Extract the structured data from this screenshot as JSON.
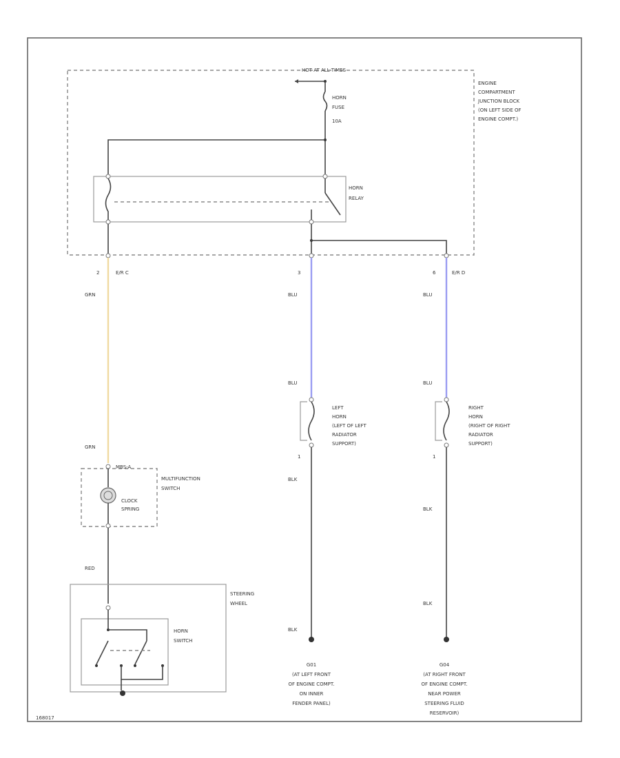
{
  "top_feed": "HOT AT ALL TIMES",
  "junction_block": [
    "ENGINE",
    "COMPARTMENT",
    "JUNCTION BLOCK",
    "(ON LEFT SIDE OF",
    "ENGINE COMPT.)"
  ],
  "horn_fuse": [
    "HORN",
    "FUSE",
    "10A"
  ],
  "horn_relay": [
    "HORN",
    "RELAY"
  ],
  "connectors": {
    "left": {
      "pin": "2",
      "id": "E/R C"
    },
    "mid": {
      "pin": "3",
      "id": ""
    },
    "right": {
      "pin": "6",
      "id": "E/R D"
    }
  },
  "wire_colors": {
    "grn_top": "GRN",
    "grn_bottom": "GRN",
    "blu_mid_top": "BLU",
    "blu_mid_bottom": "BLU",
    "blu_right_top": "BLU",
    "blu_right_bottom": "BLU",
    "blk_mid_1": "BLK",
    "blk_mid_2": "BLK",
    "blk_right_1": "BLK",
    "blk_right_2": "BLK",
    "red_left": "RED"
  },
  "left_horn": [
    "LEFT",
    "HORN",
    "(LEFT OF LEFT",
    "RADIATOR",
    "SUPPORT)"
  ],
  "right_horn": [
    "RIGHT",
    "HORN",
    "(RIGHT OF RIGHT",
    "RADIATOR",
    "SUPPORT)"
  ],
  "horn_pin_mid": "1",
  "horn_pin_right": "1",
  "multifunction": {
    "connector": "MBS-A",
    "label": [
      "MULTIFUNCTION",
      "SWITCH"
    ],
    "clock_spring": [
      "CLOCK",
      "SPRING"
    ]
  },
  "steering_wheel": [
    "STEERING",
    "WHEEL"
  ],
  "horn_switch": [
    "HORN",
    "SWITCH"
  ],
  "ground_left": [
    "G01",
    "(AT LEFT FRONT",
    "OF ENGINE COMPT.",
    "ON INNER",
    "FENDER PANEL)"
  ],
  "ground_right": [
    "G04",
    "(AT RIGHT FRONT",
    "OF ENGINE COMPT.",
    "NEAR POWER",
    "STEERING FLUID",
    "RESERVOIR)"
  ],
  "diagram_id": "168017",
  "colors": {
    "green_wire": "#f0d9a0",
    "blue_wire": "#9a9cf2",
    "frame": "#666666"
  }
}
